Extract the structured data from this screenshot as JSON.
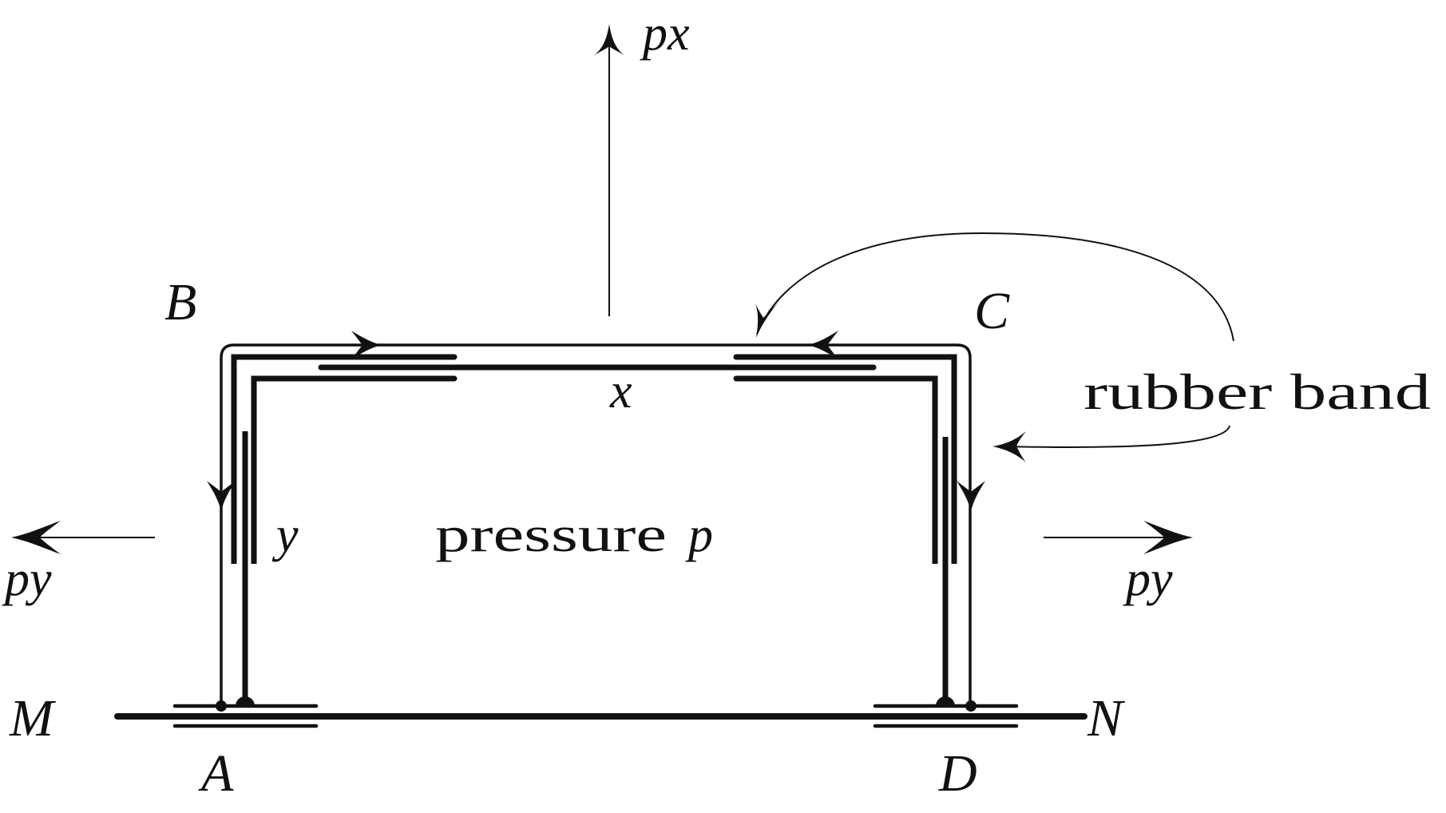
{
  "figure": {
    "description": "Frame ABCD pressed down on line MN, held by a rubber band, with internal pressure p",
    "labels": {
      "B": "B",
      "C": "C",
      "A": "A",
      "D": "D",
      "M": "M",
      "N": "N",
      "x": "x",
      "y": "y",
      "pressure": "pressure",
      "pressure_symbol": "p",
      "rubber_band": "rubber band",
      "force_up": "px",
      "force_left": "py",
      "force_right": "py"
    },
    "colors": {
      "ink": "#111111",
      "background": "#ffffff"
    }
  }
}
